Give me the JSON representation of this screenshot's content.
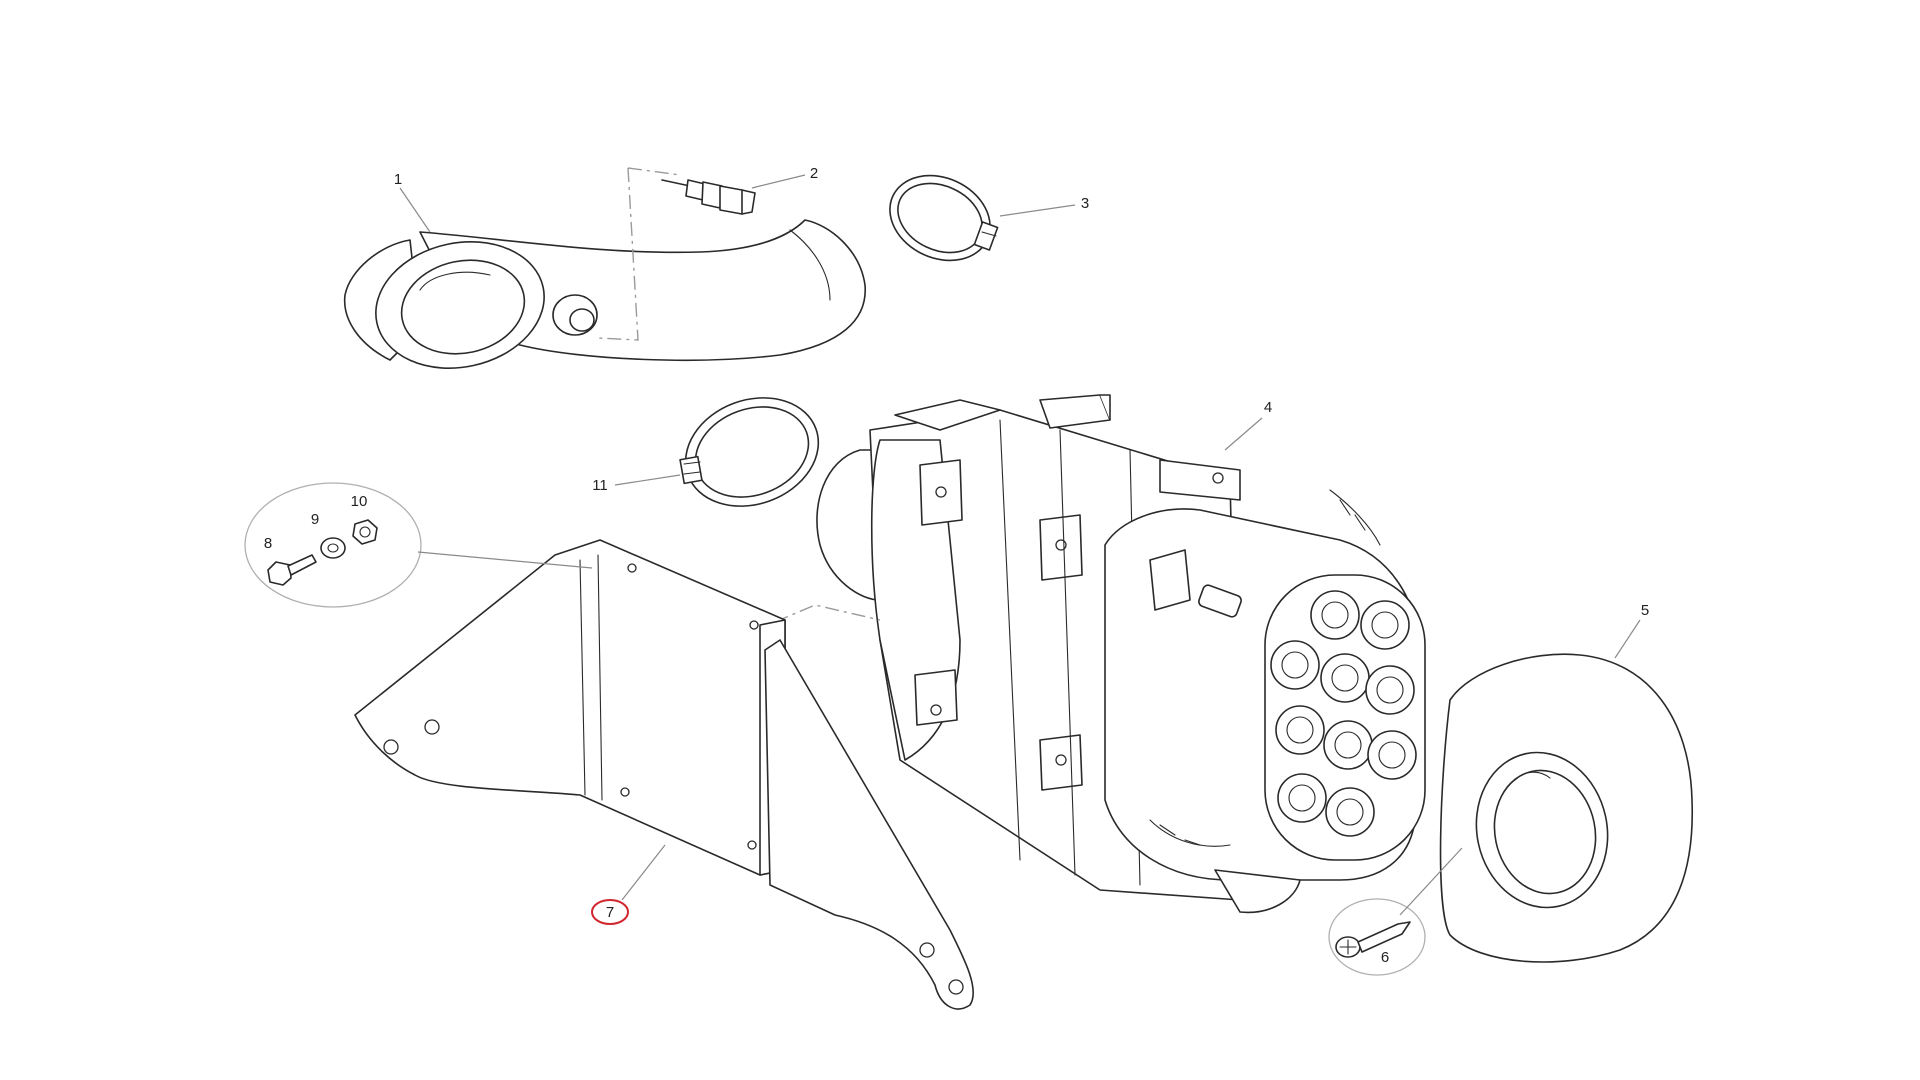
{
  "callouts": {
    "c1": "1",
    "c2": "2",
    "c3": "3",
    "c4": "4",
    "c5": "5",
    "c6": "6",
    "c7": "7",
    "c8": "8",
    "c9": "9",
    "c10": "10",
    "c11": "11"
  },
  "colors": {
    "line": "#2a2a2a",
    "leader": "#8a8a8a",
    "highlight": "#d0262e",
    "background": "#ffffff"
  }
}
